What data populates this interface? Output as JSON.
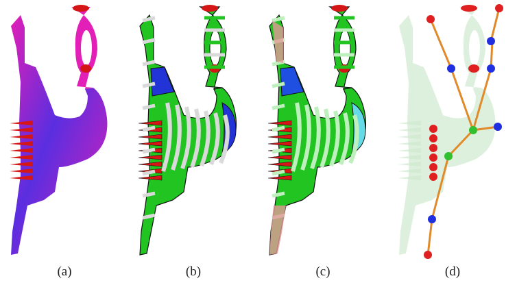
{
  "figure": {
    "panels": [
      {
        "id": "a",
        "caption": "(a)",
        "style": "gradient",
        "colors": {
          "main": "#e21fb6",
          "accent": "#5a2ee0",
          "tip": "#d41616"
        }
      },
      {
        "id": "b",
        "caption": "(b)",
        "style": "segmented",
        "colors": {
          "body": "#22c422",
          "band": "#d9d9d9",
          "blue": "#2234d6",
          "tip": "#d41616",
          "outline": "#111111"
        }
      },
      {
        "id": "c",
        "caption": "(c)",
        "style": "segmented",
        "colors": {
          "body": "#22c422",
          "band": "#bdf0bd",
          "blue": "#1f4fe0",
          "cyan": "#66dbe8",
          "pink": "#e59a9a",
          "tip": "#d41616",
          "outline": "#111111"
        }
      },
      {
        "id": "d",
        "caption": "(d)",
        "style": "skeleton",
        "colors": {
          "shape": "#cfe8cf",
          "bone": "#e08a2a",
          "joint_end": "#e02020",
          "joint_mid": "#2030e0",
          "joint_hub": "#30c030"
        }
      }
    ]
  }
}
